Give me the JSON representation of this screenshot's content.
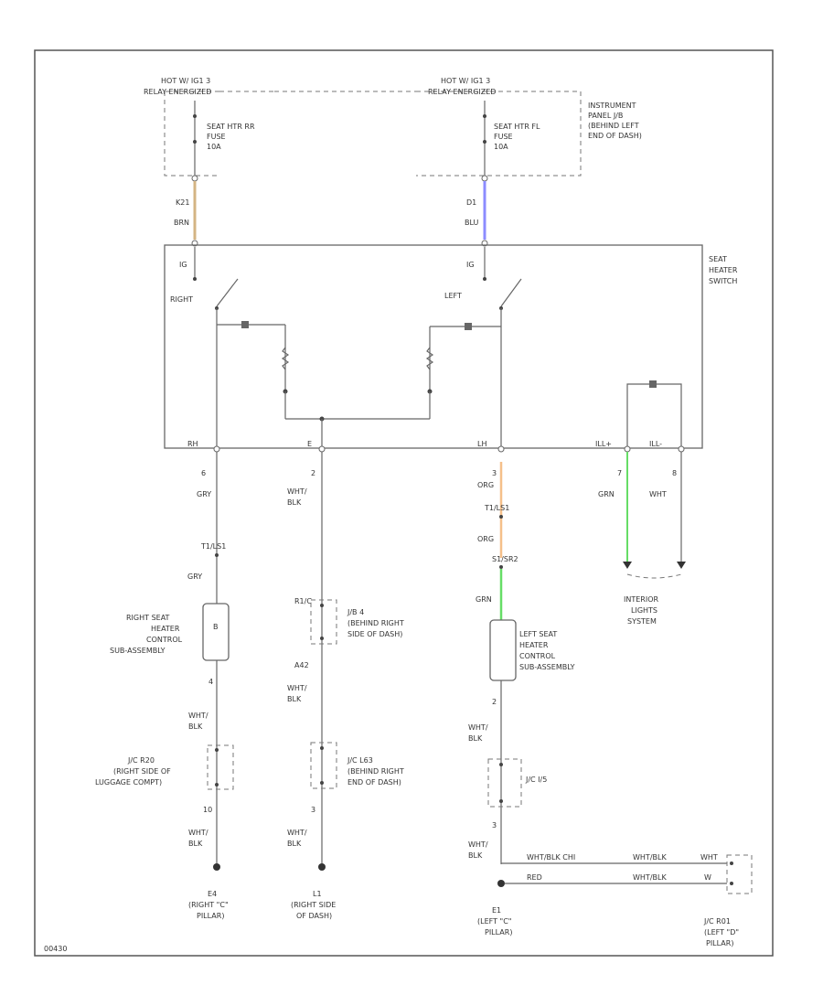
{
  "colors": {
    "brn": "#d4b483",
    "blu": "#8c8cff",
    "org": "#f5c08a",
    "grn": "#66dd66",
    "wire": "#666666"
  },
  "relays": {
    "left_label_1": "HOT W/ IG1 3",
    "left_label_2": "RELAY ENERGIZED",
    "right_label_1": "HOT W/ IG1 3",
    "right_label_2": "RELAY ENERGIZED"
  },
  "fuses": {
    "rh": [
      "SEAT HTR RR",
      "FUSE",
      "10A"
    ],
    "lh": [
      "SEAT HTR FL",
      "FUSE",
      "10A"
    ]
  },
  "instrument_panel": [
    "INSTRUMENT",
    "PANEL J/B",
    "(BEHIND LEFT",
    "END OF DASH)"
  ],
  "top_wires": {
    "left_conn": "K21",
    "left_color": "BRN",
    "right_conn": "D1",
    "right_color": "BLU"
  },
  "switch": {
    "title": [
      "SEAT",
      "HEATER",
      "SWITCH"
    ],
    "pin_right_in": "IG",
    "pin_left_in": "IG",
    "right_label": "RIGHT",
    "left_label": "LEFT",
    "bottom_pins": [
      "RH",
      "E",
      "LH",
      "ILL+",
      "ILL-"
    ]
  },
  "wires": {
    "w1": {
      "pin": "6",
      "color": "GRY",
      "conn": "T1/LS1",
      "color2": "GRY"
    },
    "w2": {
      "pin": "2",
      "color1": "WHT/",
      "color2": "BLK"
    },
    "w3": {
      "pin": "3",
      "color": "ORG",
      "conn": "T1/LS1",
      "color2": "ORG",
      "conn2": "S1/SR2",
      "color3": "GRN"
    },
    "w4": {
      "pin": "7",
      "color": "GRN"
    },
    "w5": {
      "pin": "8",
      "color": "WHT"
    }
  },
  "interior": [
    "INTERIOR",
    "LIGHTS",
    "SYSTEM"
  ],
  "right_module": [
    "RIGHT SEAT",
    "HEATER",
    "CONTROL",
    "SUB-ASSEMBLY"
  ],
  "right_module_pin": "4",
  "left_module": [
    "LEFT SEAT",
    "HEATER",
    "CONTROL",
    "SUB-ASSEMBLY"
  ],
  "left_module_pin": "2",
  "jb4": [
    "J/B 4",
    "(BEHIND RIGHT",
    "SIDE OF DASH)"
  ],
  "jb4_conns": {
    "top": "R1/C",
    "bottom": "A42"
  },
  "jc_r20": [
    "J/C R20",
    "(RIGHT SIDE OF",
    "LUGGAGE COMPT)"
  ],
  "jc_l63": [
    "J/C L63",
    "(BEHIND RIGHT",
    "END OF DASH)"
  ],
  "jc_i5": "J/C I/5",
  "whtblk": {
    "a": "WHT/",
    "b": "BLK"
  },
  "pin_labels": {
    "r20": "10",
    "l63": "3",
    "i5": "3"
  },
  "grounds": {
    "g1": [
      "E4",
      "(RIGHT \"C\"",
      "PILLAR)"
    ],
    "g2": [
      "L1",
      "(RIGHT SIDE",
      "OF DASH)"
    ],
    "g3": [
      "E1",
      "(LEFT \"C\"",
      "PILLAR)"
    ]
  },
  "bottom_right": {
    "line1": "WHT/BLK CHI",
    "line1b": "WHT/BLK",
    "line1c": "WHT",
    "line2": "RED",
    "line2b": "WHT/BLK",
    "line2c": "W"
  },
  "jc_r01": [
    "J/C R01",
    "(LEFT \"D\"",
    "PILLAR)"
  ],
  "page_code": "00430"
}
